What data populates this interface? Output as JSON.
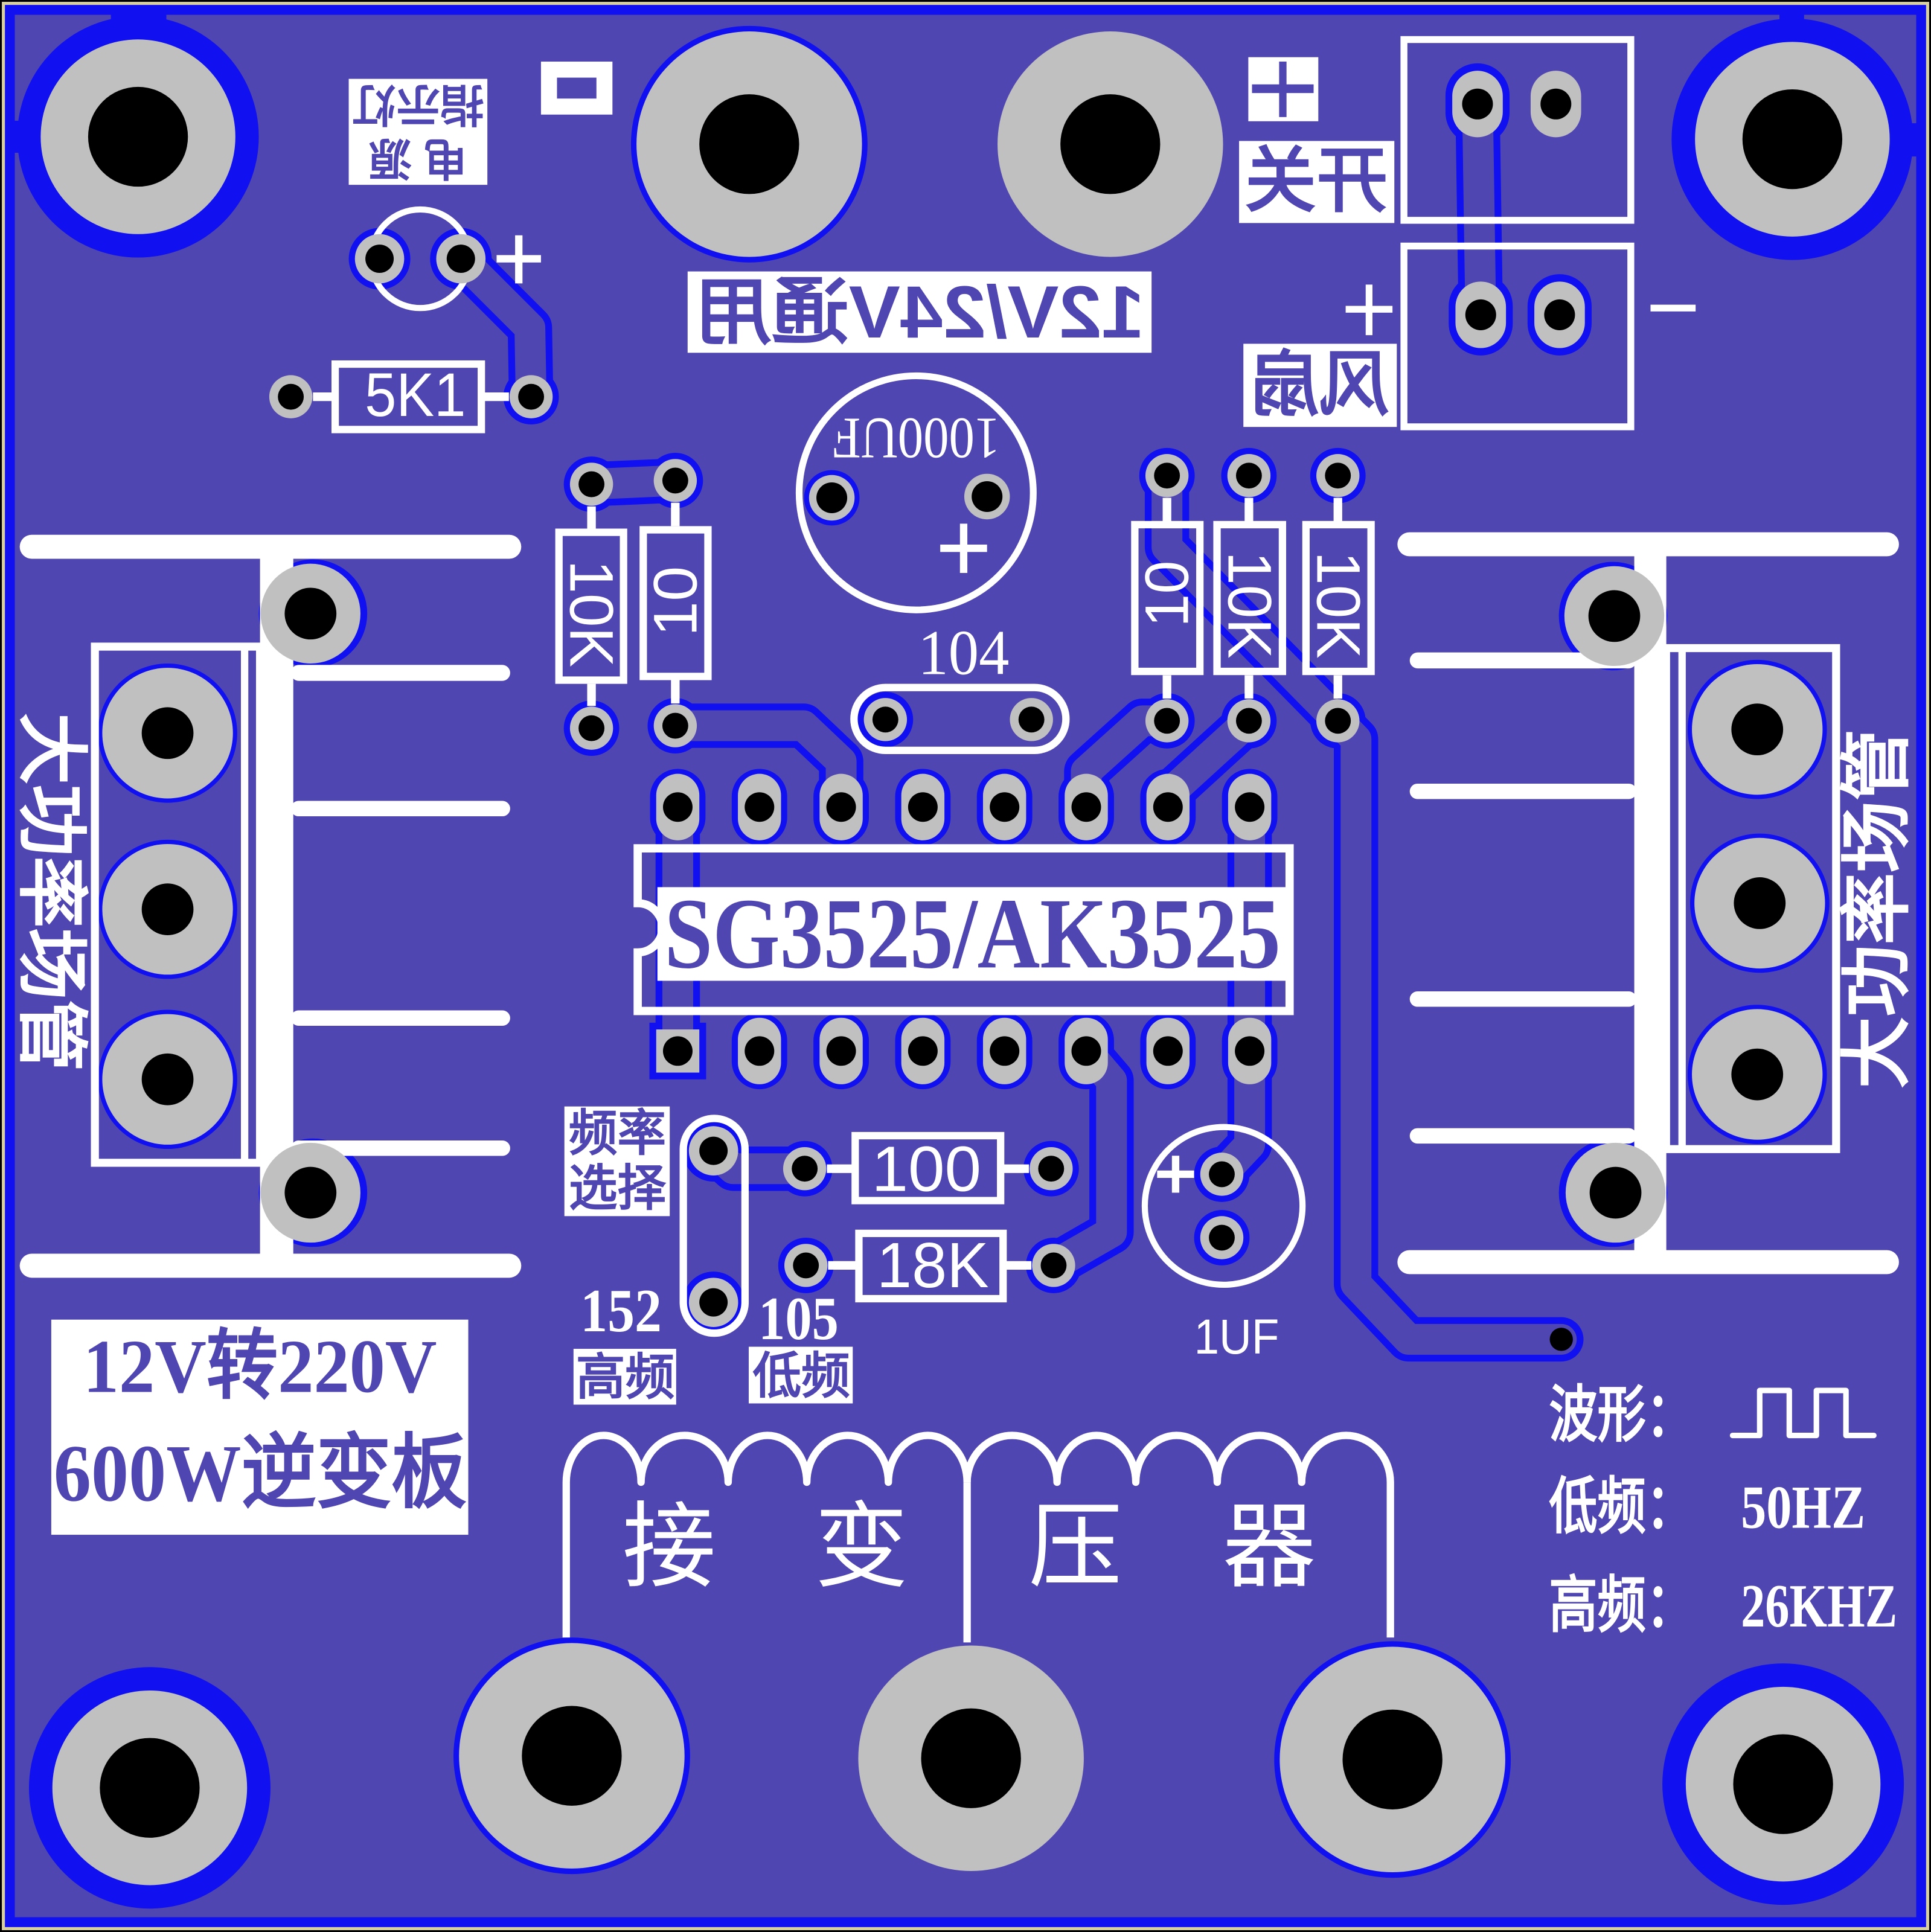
{
  "board": {
    "view": "PCB copper/silkscreen layout",
    "colors": {
      "board": "#5046B2",
      "copper": "#1010F0",
      "pad": "#C0C0C0",
      "hole": "#000000",
      "silkscreen": "#FFFFFF",
      "edge": "#D8D0A0"
    }
  },
  "title_block": {
    "line1": "12V转220V",
    "line2": "600W逆变板"
  },
  "power_indicator": {
    "label_line1": "电 源",
    "label_line2": "指示灯",
    "led_polarity": "+",
    "resistor_value": "5K1"
  },
  "input": {
    "voltage_label": "12V/24V通用",
    "plus_marker": "+"
  },
  "switch": {
    "label": "开关"
  },
  "fan": {
    "label": "风扇",
    "plus": "+",
    "minus": "−"
  },
  "filter_cap": {
    "value": "1000UF",
    "polarity": "+"
  },
  "decoupling_cap": {
    "value": "104"
  },
  "resistors": {
    "left_a": "10K",
    "left_b": "10",
    "right_a": "10",
    "right_b": "10K",
    "right_c": "10K",
    "r100": "100",
    "r18k": "18K"
  },
  "ic": {
    "label": "SG3525/AK3525",
    "pin_count": 16
  },
  "frequency_select": {
    "label_line1": "频率",
    "label_line2": "选择",
    "high_value": "152",
    "high_label": "高频",
    "low_value": "105",
    "low_label": "低频"
  },
  "soft_start_cap": {
    "value": "1UF",
    "polarity": "+"
  },
  "mosfets": {
    "left_label": "大功率场管",
    "right_label": "大功率场管"
  },
  "transformer": {
    "chars": [
      "接",
      "变",
      "压",
      "器"
    ]
  },
  "specs": {
    "waveform_label": "波形：",
    "waveform_icon": "square-wave-icon",
    "low_freq_label": "低频：",
    "low_freq_value": "50HZ",
    "high_freq_label": "高频：",
    "high_freq_value": "26KHZ"
  }
}
